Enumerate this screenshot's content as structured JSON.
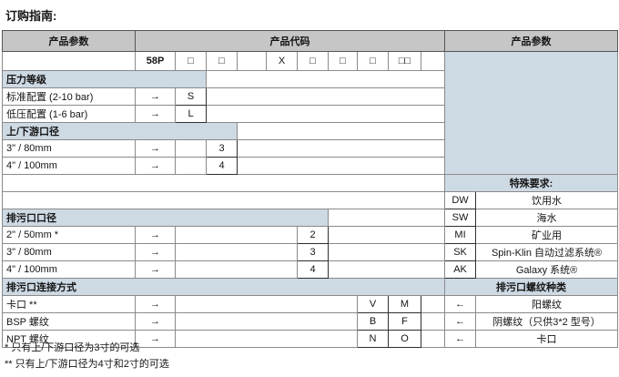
{
  "title": "订购指南:",
  "colors": {
    "header_bg": "#c6c6c6",
    "section_bg": "#cdd9e3",
    "grid_border": "#8a8a8a",
    "code_border": "#2f2f2f"
  },
  "arrows": {
    "right": "→",
    "left": "←"
  },
  "header": {
    "left": "产品参数",
    "center": "产品代码",
    "right": "产品参数"
  },
  "code_row": {
    "model": "58P",
    "b1": "□",
    "b2": "□",
    "x": "X",
    "b3": "□",
    "b4": "□",
    "b5": "□",
    "b6": "□□"
  },
  "pressure": {
    "title": "压力等级",
    "rows": [
      {
        "label": "标准配置 (2-10 bar)",
        "code": "S"
      },
      {
        "label": "低压配置 (1-6 bar)",
        "code": "L"
      }
    ]
  },
  "line_size": {
    "title": "上/下游口径",
    "rows": [
      {
        "label": "3\" / 80mm",
        "code": "3"
      },
      {
        "label": "4\" / 100mm",
        "code": "4"
      }
    ]
  },
  "special": {
    "title": "特殊要求:",
    "rows": [
      {
        "code": "DW",
        "label": "饮用水"
      },
      {
        "code": "SW",
        "label": "海水"
      },
      {
        "code": "MI",
        "label": "矿业用"
      },
      {
        "code": "SK",
        "label": "Spin-Klin 自动过滤系统®"
      },
      {
        "code": "AK",
        "label": "Galaxy 系统®"
      }
    ]
  },
  "drain_size": {
    "title": "排污口口径",
    "rows": [
      {
        "label": "2\" / 50mm *",
        "code": "2"
      },
      {
        "label": "3\" / 80mm",
        "code": "3"
      },
      {
        "label": "4\" / 100mm",
        "code": "4"
      }
    ]
  },
  "drain_connection": {
    "title": "排污口连接方式",
    "rows": [
      {
        "label": "卡口 **",
        "code1": "V",
        "code2": "M"
      },
      {
        "label": "BSP 螺纹",
        "code1": "B",
        "code2": "F"
      },
      {
        "label": "NPT 螺纹",
        "code1": "N",
        "code2": "O"
      }
    ]
  },
  "thread_type": {
    "title": "排污口螺纹种类",
    "rows": [
      {
        "label": "阳螺纹"
      },
      {
        "label": "阴螺纹（只供3*2 型号）"
      },
      {
        "label": "卡口"
      }
    ]
  },
  "footnotes": [
    "*  只有上/下游口径为3寸的可选",
    "** 只有上/下游口径为4寸和2寸的可选"
  ]
}
